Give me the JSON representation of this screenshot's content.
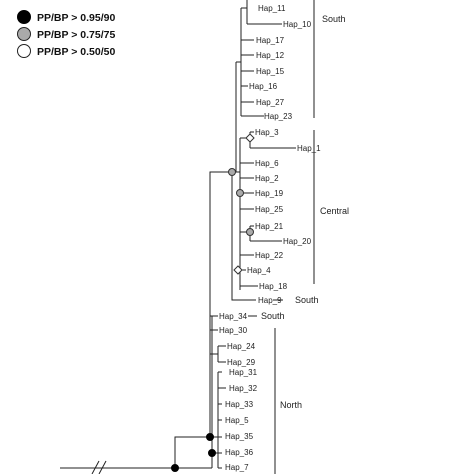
{
  "legend": [
    {
      "label": "PP/BP > 0.95/90",
      "fill": "#000000"
    },
    {
      "label": "PP/BP > 0.75/75",
      "fill": "#aaaaaa"
    },
    {
      "label": "PP/BP > 0.50/50",
      "fill": "#ffffff"
    }
  ],
  "groups": {
    "south_top": "South",
    "central": "Central",
    "south_hap9": "South",
    "south_hap34": "South",
    "north": "North"
  },
  "leaves": [
    {
      "id": "hap11",
      "label": "Hap_11"
    },
    {
      "id": "hap10",
      "label": "Hap_10"
    },
    {
      "id": "hap17",
      "label": "Hap_17"
    },
    {
      "id": "hap12",
      "label": "Hap_12"
    },
    {
      "id": "hap15",
      "label": "Hap_15"
    },
    {
      "id": "hap16",
      "label": "Hap_16"
    },
    {
      "id": "hap27",
      "label": "Hap_27"
    },
    {
      "id": "hap23",
      "label": "Hap_23"
    },
    {
      "id": "hap3",
      "label": "Hap_3"
    },
    {
      "id": "hap1",
      "label": "Hap_1"
    },
    {
      "id": "hap6",
      "label": "Hap_6"
    },
    {
      "id": "hap2",
      "label": "Hap_2"
    },
    {
      "id": "hap19",
      "label": "Hap_19"
    },
    {
      "id": "hap25",
      "label": "Hap_25"
    },
    {
      "id": "hap21",
      "label": "Hap_21"
    },
    {
      "id": "hap20",
      "label": "Hap_20"
    },
    {
      "id": "hap22",
      "label": "Hap_22"
    },
    {
      "id": "hap4",
      "label": "Hap_4"
    },
    {
      "id": "hap18",
      "label": "Hap_18"
    },
    {
      "id": "hap9",
      "label": "Hap_9"
    },
    {
      "id": "hap34",
      "label": "Hap_34"
    },
    {
      "id": "hap30",
      "label": "Hap_30"
    },
    {
      "id": "hap24",
      "label": "Hap_24"
    },
    {
      "id": "hap29",
      "label": "Hap_29"
    },
    {
      "id": "hap31",
      "label": "Hap_31"
    },
    {
      "id": "hap32",
      "label": "Hap_32"
    },
    {
      "id": "hap33",
      "label": "Hap_33"
    },
    {
      "id": "hap5",
      "label": "Hap_5"
    },
    {
      "id": "hap35",
      "label": "Hap_35"
    },
    {
      "id": "hap36",
      "label": "Hap_36"
    },
    {
      "id": "hap7",
      "label": "Hap_7"
    }
  ]
}
